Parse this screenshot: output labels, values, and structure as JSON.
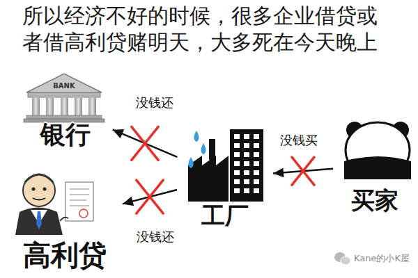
{
  "diagram": {
    "title": "所以经济不好的时候，很多企业借贷或 者借高利贷赌明天，大多死在今天晚上",
    "nodes": [
      {
        "text": [
          "银行"
        ]
      },
      {
        "text": [
          "工厂"
        ]
      },
      {
        "text": [
          "买家"
        ]
      },
      {
        "text": [
          "高利贷"
        ]
      }
    ],
    "edges": [
      {
        "from": 1,
        "to": 0,
        "label": "没钱还",
        "arrow": "to"
      },
      {
        "from": 1,
        "to": 3,
        "label": "没钱还",
        "arrow": "to"
      },
      {
        "from": 2,
        "to": 1,
        "label": "没钱买",
        "arrow": "to"
      }
    ],
    "labels": [
      "BANK",
      "Kane的小K屋"
    ]
  }
}
